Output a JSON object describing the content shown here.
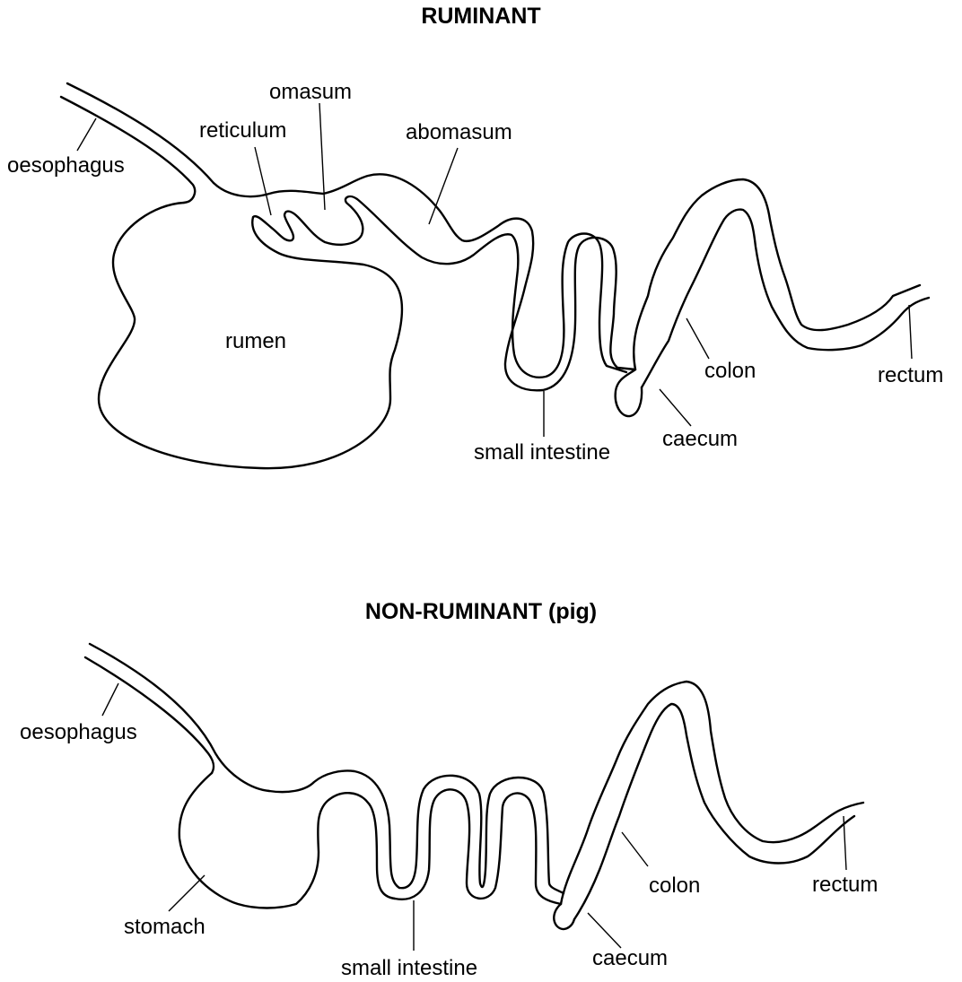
{
  "ruminant": {
    "title": "RUMINANT",
    "labels": {
      "oesophagus": "oesophagus",
      "reticulum": "reticulum",
      "omasum": "omasum",
      "abomasum": "abomasum",
      "rumen": "rumen",
      "small_intestine": "small intestine",
      "caecum": "caecum",
      "colon": "colon",
      "rectum": "rectum"
    }
  },
  "non_ruminant": {
    "title": "NON-RUMINANT (pig)",
    "labels": {
      "oesophagus": "oesophagus",
      "stomach": "stomach",
      "small_intestine": "small intestine",
      "caecum": "caecum",
      "colon": "colon",
      "rectum": "rectum"
    }
  }
}
